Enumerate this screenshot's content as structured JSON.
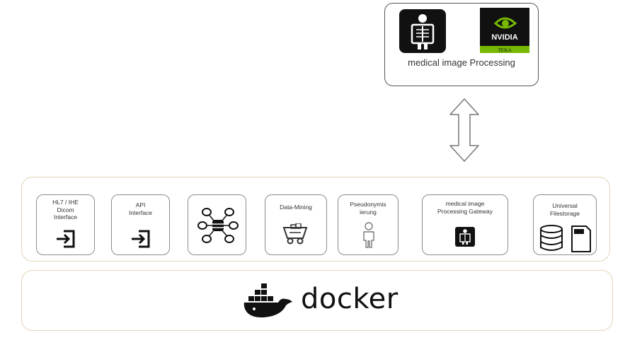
{
  "processing": {
    "label": "medical image Processing",
    "nvidia_brand": "NVIDIA",
    "nvidia_sub": "TESLA"
  },
  "services": [
    {
      "label": "HL7 / IHE\nDicom\nInterface",
      "icon": "login-arrow-icon"
    },
    {
      "label": "API\nInterface",
      "icon": "login-arrow-icon"
    },
    {
      "label": "",
      "icon": "database-network-icon"
    },
    {
      "label": "Data-Mining",
      "icon": "mining-cart-icon"
    },
    {
      "label": "Pseudonymis\nierung",
      "icon": "person-outline-icon"
    },
    {
      "label": "medical image\nProcessing Gateway",
      "icon": "xray-icon"
    },
    {
      "label": "Universal\nFilestorage",
      "icon": "storage-file-icon"
    }
  ],
  "docker": {
    "wordmark": "docker"
  }
}
